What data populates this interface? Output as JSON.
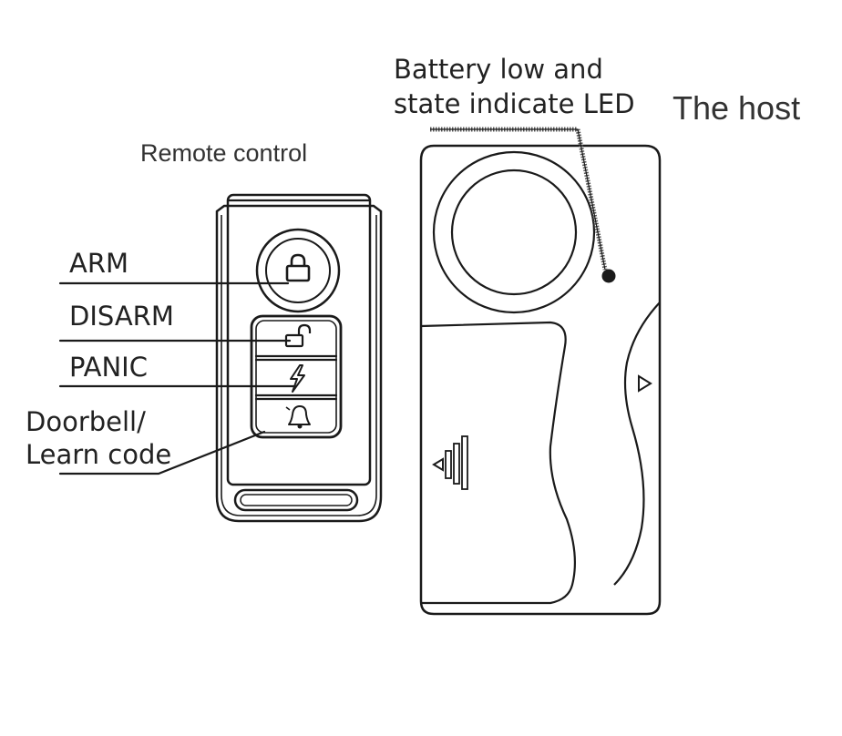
{
  "labels": {
    "remote_control": "Remote control",
    "the_host": "The host",
    "battery_line1": "Battery low and",
    "battery_line2": "state indicate LED",
    "arm": "ARM",
    "disarm": "DISARM",
    "panic": "PANIC",
    "doorbell_line1": "Doorbell/",
    "doorbell_line2": "Learn code"
  },
  "colors": {
    "ink": "#1a1a1a",
    "led": "#1a1a1a",
    "background": "#ffffff"
  },
  "icons": {
    "arm_button": "padlock-closed-icon",
    "disarm_button": "padlock-open-icon",
    "panic_button": "lightning-bolt-icon",
    "doorbell_button": "bell-icon",
    "host_left_mark": "sound-waves-icon",
    "host_right_mark": "triangle-pointer-icon"
  }
}
